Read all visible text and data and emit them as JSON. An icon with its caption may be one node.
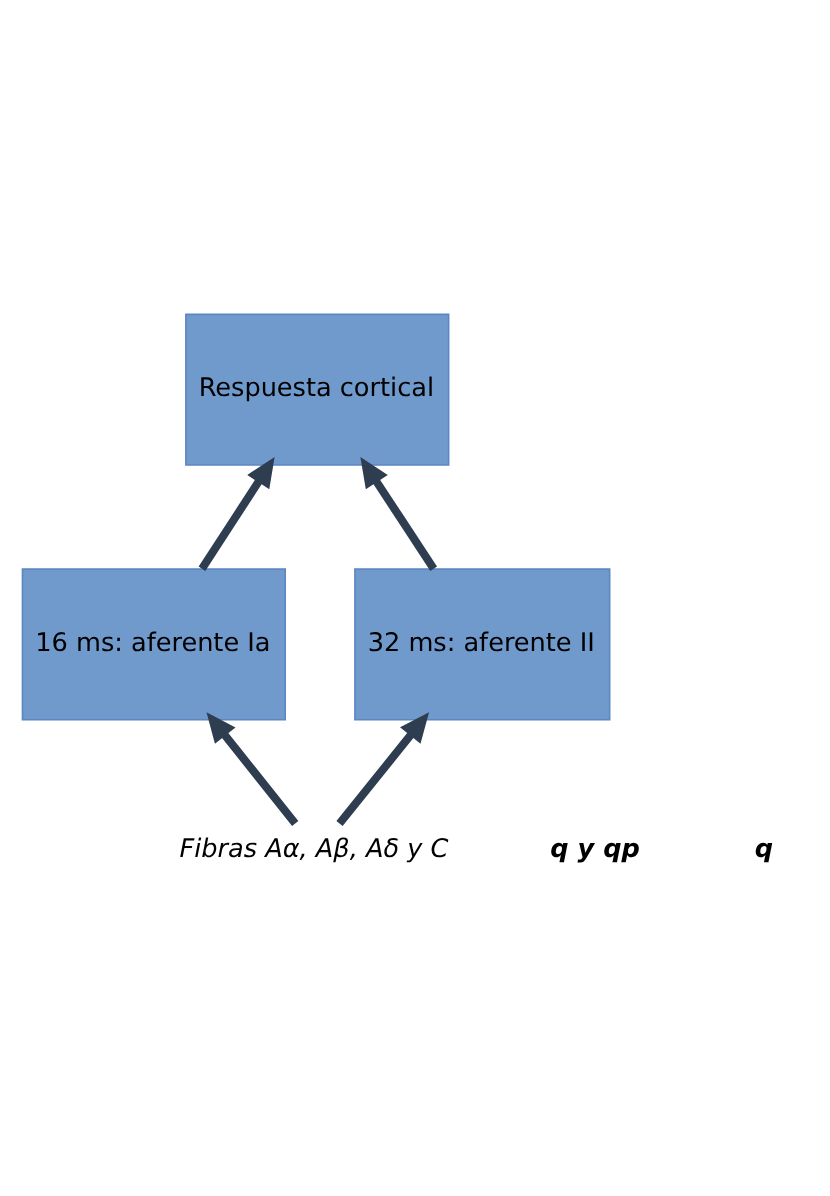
{
  "diagram": {
    "nodes": [
      {
        "text": [
          "Respuesta cortical"
        ]
      },
      {
        "text": [
          "16 ms: aferente Ia"
        ]
      },
      {
        "text": [
          "32 ms: aferente II"
        ]
      },
      {
        "text": [
          "Fibras Aα, Aβ, Aδ y C"
        ]
      }
    ],
    "edges": [
      {
        "from": 1,
        "to": 0,
        "arrow": "to"
      },
      {
        "from": 2,
        "to": 0,
        "arrow": "to"
      },
      {
        "from": 3,
        "to": 1,
        "arrow": "to"
      },
      {
        "from": 3,
        "to": 2,
        "arrow": "to"
      }
    ],
    "labels": [
      "q y qp",
      "q"
    ]
  }
}
